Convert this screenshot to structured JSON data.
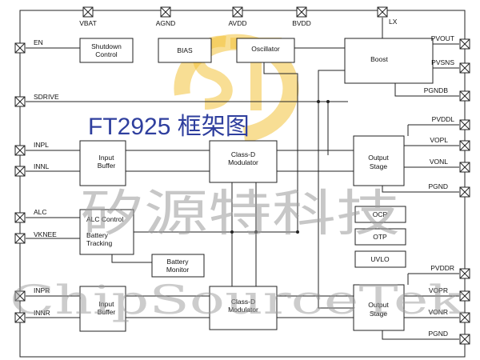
{
  "title": "FT2925 框架图",
  "watermark": {
    "chinese": "矽源特科技",
    "english": "ChipSourceTek"
  },
  "colors": {
    "title": "#2f3f9e",
    "logo": "#f3c33d",
    "watermark": "#9a9a9a",
    "line": "#222222"
  },
  "pins": {
    "top": [
      "VBAT",
      "AGND",
      "AVDD",
      "BVDD",
      "LX"
    ],
    "left": [
      "EN",
      "SDRIVE",
      "INPL",
      "INNL",
      "ALC",
      "VKNEE",
      "INPR",
      "INNR"
    ],
    "right": [
      "PVOUT",
      "PVSNS",
      "PGNDB",
      "PVDDL",
      "VOPL",
      "VONL",
      "PGND",
      "PVDDR",
      "VOPR",
      "VONR",
      "PGND"
    ]
  },
  "blocks": {
    "shutdown": [
      "Shutdown",
      "Control"
    ],
    "bias": [
      "BIAS"
    ],
    "oscillator": [
      "Oscillator"
    ],
    "boost": [
      "Boost"
    ],
    "input_buffer_l": [
      "Input",
      "Buffer"
    ],
    "class_d_l": [
      "Class-D",
      "Modulator"
    ],
    "output_stage_l": [
      "Output",
      "Stage"
    ],
    "alc": [
      "ALC Control"
    ],
    "battery_tracking": [
      "Battery",
      "Tracking"
    ],
    "battery_monitor": [
      "Battery",
      "Monitor"
    ],
    "ocp": [
      "OCP"
    ],
    "otp": [
      "OTP"
    ],
    "uvlo": [
      "UVLO"
    ],
    "input_buffer_r": [
      "Input",
      "Buffer"
    ],
    "class_d_r": [
      "Class-D",
      "Modulator"
    ],
    "output_stage_r": [
      "Output",
      "Stage"
    ]
  }
}
